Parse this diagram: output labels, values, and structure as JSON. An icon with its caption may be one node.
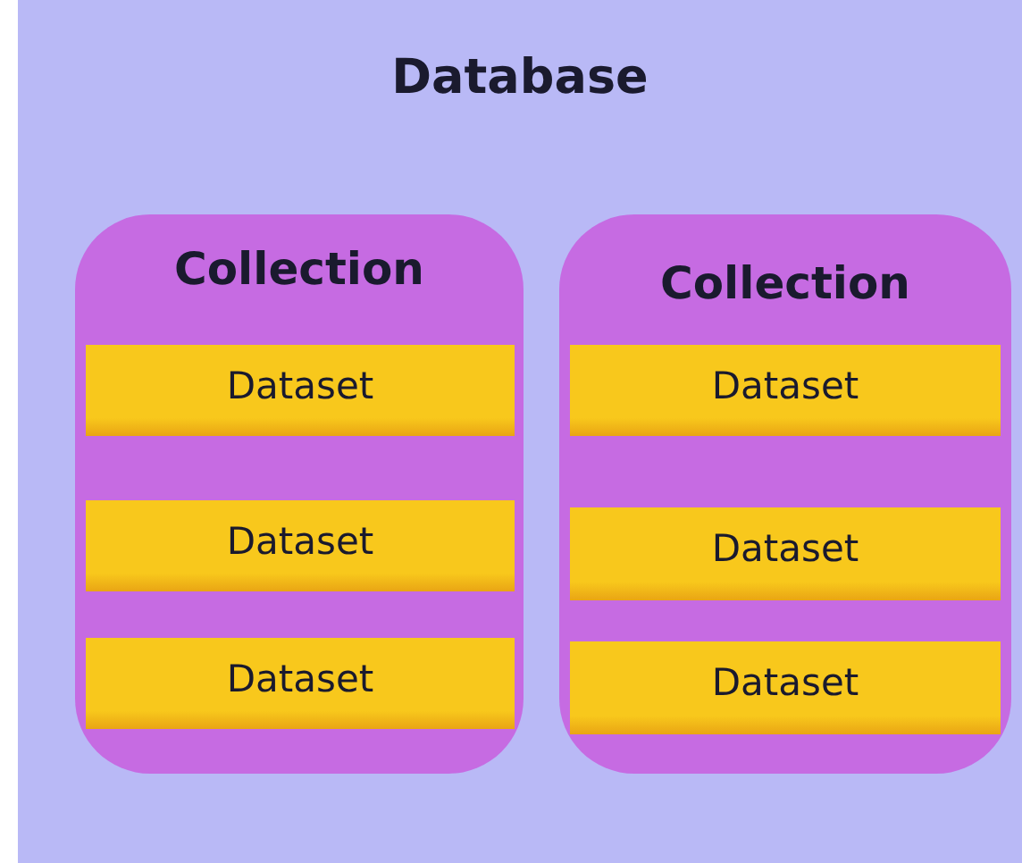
{
  "diagram": {
    "nodes": [
      {
        "text": [
          "Database"
        ]
      },
      {
        "text": [
          "Collection"
        ],
        "in": 0
      },
      {
        "text": [
          "Dataset"
        ],
        "in": 1
      },
      {
        "text": [
          "Dataset"
        ],
        "in": 1
      },
      {
        "text": [
          "Dataset"
        ],
        "in": 1
      },
      {
        "text": [
          "Collection"
        ],
        "in": 0
      },
      {
        "text": [
          "Dataset"
        ],
        "in": 5
      },
      {
        "text": [
          "Dataset"
        ],
        "in": 5
      },
      {
        "text": [
          "Dataset"
        ],
        "in": 5
      }
    ]
  }
}
